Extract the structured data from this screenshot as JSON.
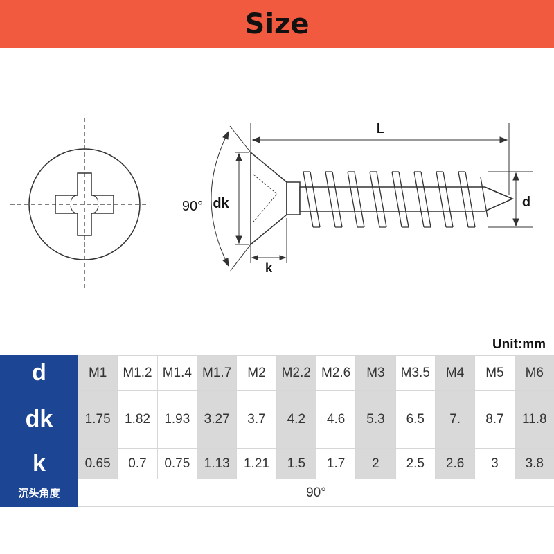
{
  "banner": {
    "title": "Size"
  },
  "drawing": {
    "labels": {
      "L": "L",
      "dk": "dk",
      "d": "d",
      "k": "k",
      "angle": "90°"
    }
  },
  "unit_label": "Unit:mm",
  "table": {
    "row_headers": [
      "d",
      "dk",
      "k",
      "沉头角度"
    ],
    "d": [
      "M1",
      "M1.2",
      "M1.4",
      "M1.7",
      "M2",
      "M2.2",
      "M2.6",
      "M3",
      "M3.5",
      "M4",
      "M5",
      "M6"
    ],
    "dk": [
      "1.75",
      "1.82",
      "1.93",
      "3.27",
      "3.7",
      "4.2",
      "4.6",
      "5.3",
      "6.5",
      "7.",
      "8.7",
      "11.8"
    ],
    "k": [
      "0.65",
      "0.7",
      "0.75",
      "1.13",
      "1.21",
      "1.5",
      "1.7",
      "2",
      "2.5",
      "2.6",
      "3",
      "3.8"
    ],
    "angle": "90°"
  }
}
